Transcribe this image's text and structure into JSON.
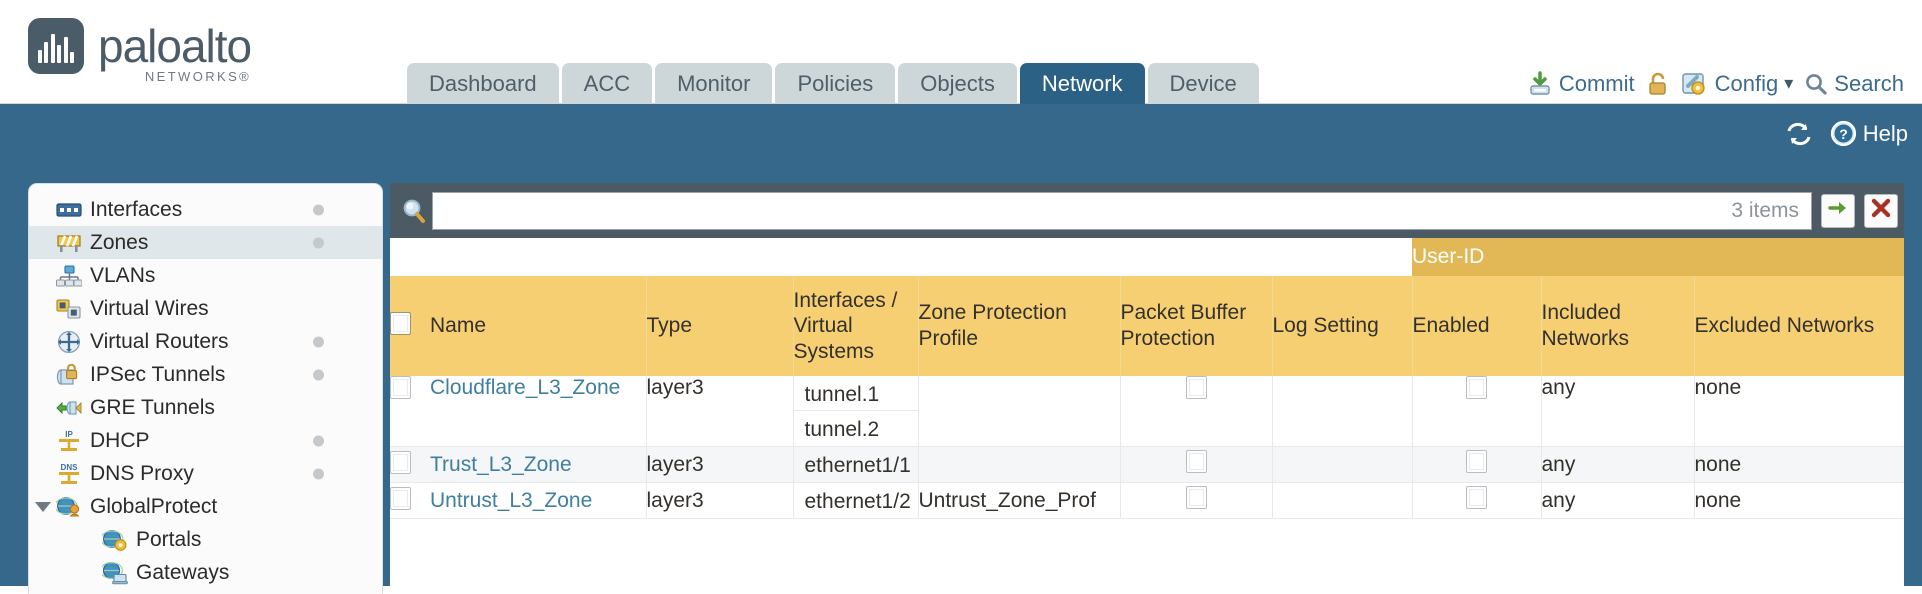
{
  "brand": {
    "name": "paloalto",
    "sub": "NETWORKS®",
    "logo_icon": "paloalto-waveform-logo"
  },
  "nav": {
    "tabs": [
      {
        "label": "Dashboard",
        "active": false
      },
      {
        "label": "ACC",
        "active": false
      },
      {
        "label": "Monitor",
        "active": false
      },
      {
        "label": "Policies",
        "active": false
      },
      {
        "label": "Objects",
        "active": false
      },
      {
        "label": "Network",
        "active": true
      },
      {
        "label": "Device",
        "active": false
      }
    ]
  },
  "topactions": {
    "commit": "Commit",
    "lock_icon": "padlock-icon",
    "config": "Config",
    "config_caret": "▾",
    "search": "Search"
  },
  "blueband": {
    "refresh_icon": "refresh-icon",
    "help": "Help"
  },
  "sidebar": {
    "items": [
      {
        "label": "Interfaces",
        "icon": "interfaces-icon",
        "dot": true,
        "selected": false,
        "child": false,
        "caret": false
      },
      {
        "label": "Zones",
        "icon": "zones-barrier-icon",
        "dot": true,
        "selected": true,
        "child": false,
        "caret": false
      },
      {
        "label": "VLANs",
        "icon": "vlans-icon",
        "dot": false,
        "selected": false,
        "child": false,
        "caret": false
      },
      {
        "label": "Virtual Wires",
        "icon": "virtual-wires-icon",
        "dot": false,
        "selected": false,
        "child": false,
        "caret": false
      },
      {
        "label": "Virtual Routers",
        "icon": "virtual-routers-icon",
        "dot": true,
        "selected": false,
        "child": false,
        "caret": false
      },
      {
        "label": "IPSec Tunnels",
        "icon": "ipsec-tunnels-icon",
        "dot": true,
        "selected": false,
        "child": false,
        "caret": false
      },
      {
        "label": "GRE Tunnels",
        "icon": "gre-tunnels-icon",
        "dot": false,
        "selected": false,
        "child": false,
        "caret": false
      },
      {
        "label": "DHCP",
        "icon": "dhcp-icon",
        "dot": true,
        "selected": false,
        "child": false,
        "caret": false
      },
      {
        "label": "DNS Proxy",
        "icon": "dns-proxy-icon",
        "dot": true,
        "selected": false,
        "child": false,
        "caret": false
      },
      {
        "label": "GlobalProtect",
        "icon": "globalprotect-icon",
        "dot": false,
        "selected": false,
        "child": false,
        "caret": true
      },
      {
        "label": "Portals",
        "icon": "portals-icon",
        "dot": false,
        "selected": false,
        "child": true,
        "caret": false
      },
      {
        "label": "Gateways",
        "icon": "gateways-icon",
        "dot": false,
        "selected": false,
        "child": true,
        "caret": false
      }
    ]
  },
  "search": {
    "icon": "magnifier-icon",
    "value": "",
    "placeholder": "",
    "item_count": "3 items",
    "apply_icon": "green-arrow-apply-icon",
    "clear_icon": "red-x-clear-icon"
  },
  "table": {
    "group_header": {
      "label": "User-ID",
      "spans_columns": [
        "Enabled",
        "Included Networks",
        "Excluded Networks"
      ]
    },
    "columns": [
      "Name",
      "Type",
      "Interfaces / Virtual Systems",
      "Zone Protection Profile",
      "Packet Buffer Protection",
      "Log Setting",
      "Enabled",
      "Included Networks",
      "Excluded Networks"
    ],
    "rows": [
      {
        "selected": false,
        "name": "Cloudflare_L3_Zone",
        "type": "layer3",
        "interfaces": [
          "tunnel.1",
          "tunnel.2"
        ],
        "zone_protection_profile": "",
        "packet_buffer_protection": false,
        "log_setting": "",
        "userid_enabled": false,
        "included_networks": "any",
        "excluded_networks": "none"
      },
      {
        "selected": false,
        "name": "Trust_L3_Zone",
        "type": "layer3",
        "interfaces": [
          "ethernet1/1"
        ],
        "zone_protection_profile": "",
        "packet_buffer_protection": false,
        "log_setting": "",
        "userid_enabled": false,
        "included_networks": "any",
        "excluded_networks": "none"
      },
      {
        "selected": false,
        "name": "Untrust_L3_Zone",
        "type": "layer3",
        "interfaces": [
          "ethernet1/2"
        ],
        "zone_protection_profile": "Untrust_Zone_Prof",
        "packet_buffer_protection": false,
        "log_setting": "",
        "userid_enabled": false,
        "included_networks": "any",
        "excluded_networks": "none"
      }
    ]
  },
  "colors": {
    "brand_blue": "#35688a",
    "active_tab": "#2c6186",
    "tab_idle": "#cdd7da",
    "header_yellow": "#f7cf73",
    "group_header_yellow": "#e2b755",
    "link_blue": "#3f7fa0",
    "searchbar_dark": "#4b5a63"
  }
}
